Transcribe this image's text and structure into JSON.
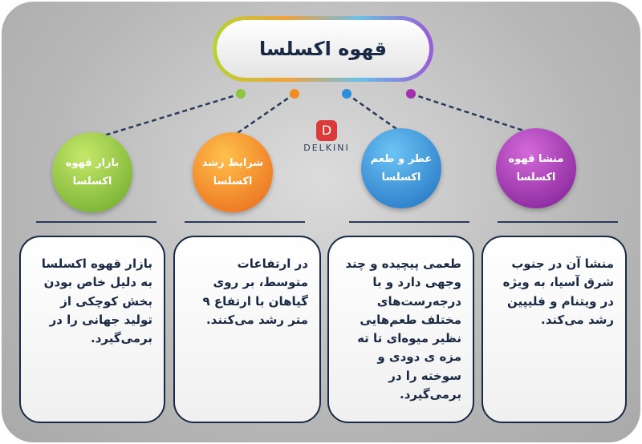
{
  "title": "قهوه اکسلسا",
  "logo": "DELKINI",
  "colors": {
    "green": "#8cc63f",
    "orange": "#f28c1e",
    "blue": "#2e8fd8",
    "purple": "#a12fb0"
  },
  "topics": [
    {
      "line1": "بازار قهوه",
      "line2": "اکسلسا",
      "text": "بازار قهوه اکسلسا به دلیل خاص بودن بخش کوچکی از تولید جهانی را در برمی‌گیرد."
    },
    {
      "line1": "شرایط رشد",
      "line2": "اکسلسا",
      "text": "در ارتفاعات متوسط، بر روی گیاهان با ارتفاع ۹ متر رشد می‌کنند."
    },
    {
      "line1": "عطر و طعم",
      "line2": "اکسلسا",
      "text": "طعمی پیچیده و چند وجهی دارد و با درجه‌رست‌های مختلف طعم‌هایی نظیر میوه‌ای تا ته مزه ی دودی و سوخته را در برمی‌گیرد."
    },
    {
      "line1": "منشا قهوه",
      "line2": "اکسلسا",
      "text": "منشا آن در جنوب شرق آسیا، به ویژه در ویتنام و فلیپین رشد می‌کند."
    }
  ]
}
